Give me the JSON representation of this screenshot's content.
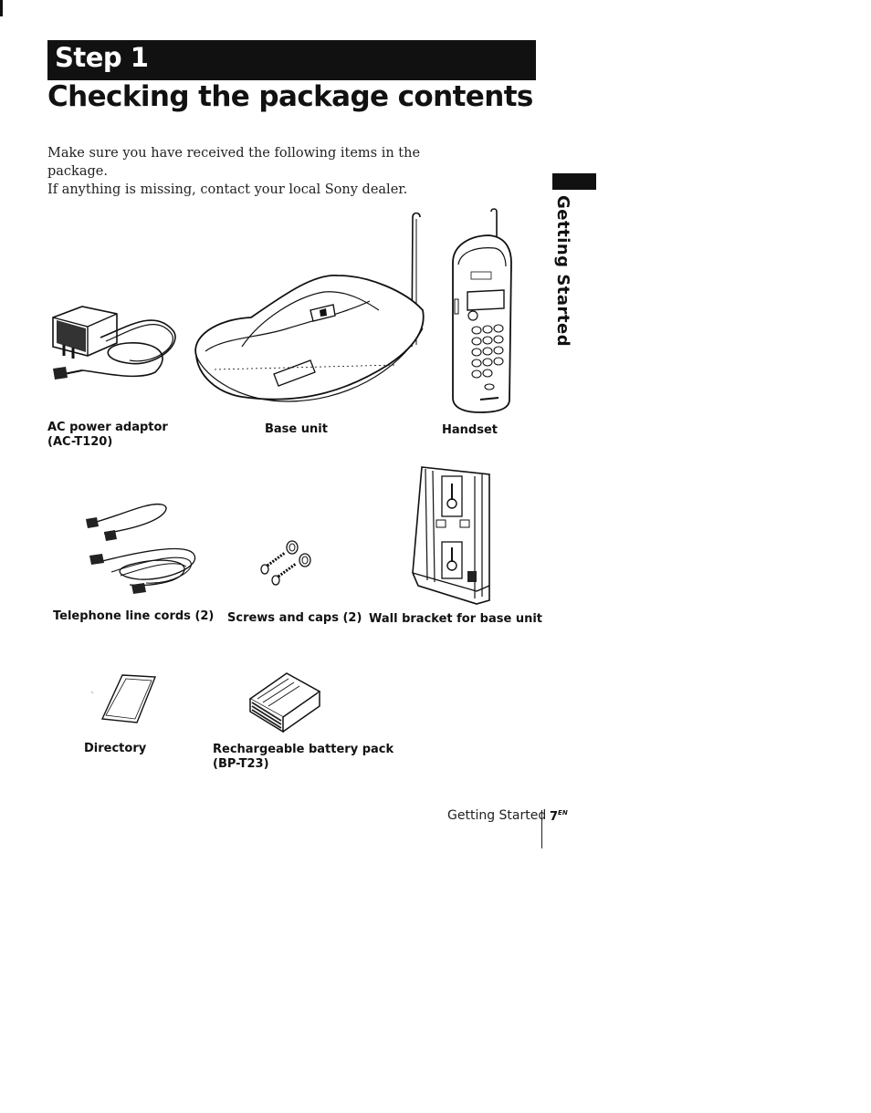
{
  "header": {
    "step_label": "Step 1",
    "title": "Checking the package contents"
  },
  "intro": {
    "line1": "Make sure you have received the following items in the package.",
    "line2": "If anything is missing, contact your local Sony dealer."
  },
  "side_tab": {
    "label": "Getting Started"
  },
  "items": [
    {
      "name": "AC power adaptor",
      "detail": "(AC-T120)"
    },
    {
      "name": "Base unit"
    },
    {
      "name": "Handset"
    },
    {
      "name": "Telephone line cords (2)"
    },
    {
      "name": "Screws and caps (2)"
    },
    {
      "name": "Wall bracket for base unit"
    },
    {
      "name": "Directory"
    },
    {
      "name": "Rechargeable battery pack",
      "detail": "(BP-T23)"
    }
  ],
  "footer": {
    "section": "Getting Started",
    "page_number": "7",
    "page_suffix": "EN"
  }
}
